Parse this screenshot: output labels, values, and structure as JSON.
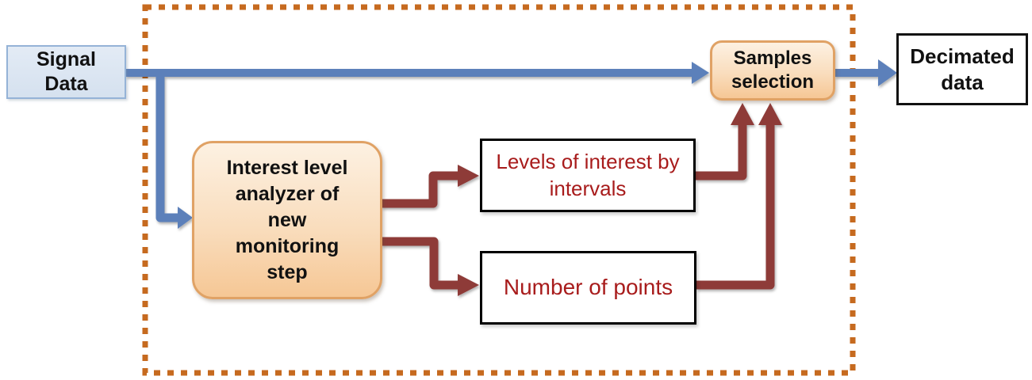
{
  "diagram": {
    "type": "flowchart",
    "nodes": {
      "signal_data": {
        "label": "Signal\nData"
      },
      "analyzer": {
        "label": "Interest level\nanalyzer of\nnew\nmonitoring\nstep"
      },
      "levels": {
        "label": "Levels of interest by\nintervals"
      },
      "points": {
        "label": "Number of points"
      },
      "samples": {
        "label": "Samples\nselection"
      },
      "decimated": {
        "label": "Decimated\ndata"
      }
    },
    "edges": [
      {
        "from": "signal_data",
        "to": "samples",
        "color_role": "blue"
      },
      {
        "from": "signal_data",
        "to": "analyzer",
        "color_role": "blue"
      },
      {
        "from": "analyzer",
        "to": "levels",
        "color_role": "dark_red"
      },
      {
        "from": "analyzer",
        "to": "points",
        "color_role": "dark_red"
      },
      {
        "from": "levels",
        "to": "samples",
        "color_role": "dark_red"
      },
      {
        "from": "points",
        "to": "samples",
        "color_role": "dark_red"
      },
      {
        "from": "samples",
        "to": "decimated",
        "color_role": "blue"
      }
    ],
    "colors": {
      "flow_blue": "#5b80ba",
      "flow_dark_red": "#8e3a39",
      "text_red": "#a81c1c",
      "dashed_border_orange": "#c66a1f",
      "peach_fill_top": "#fdf1e2",
      "peach_fill_bottom": "#f6c795",
      "peach_border": "#e0a265",
      "signal_fill": "#dce6f1",
      "signal_border": "#95b3d7",
      "box_border_black": "#000000"
    }
  }
}
